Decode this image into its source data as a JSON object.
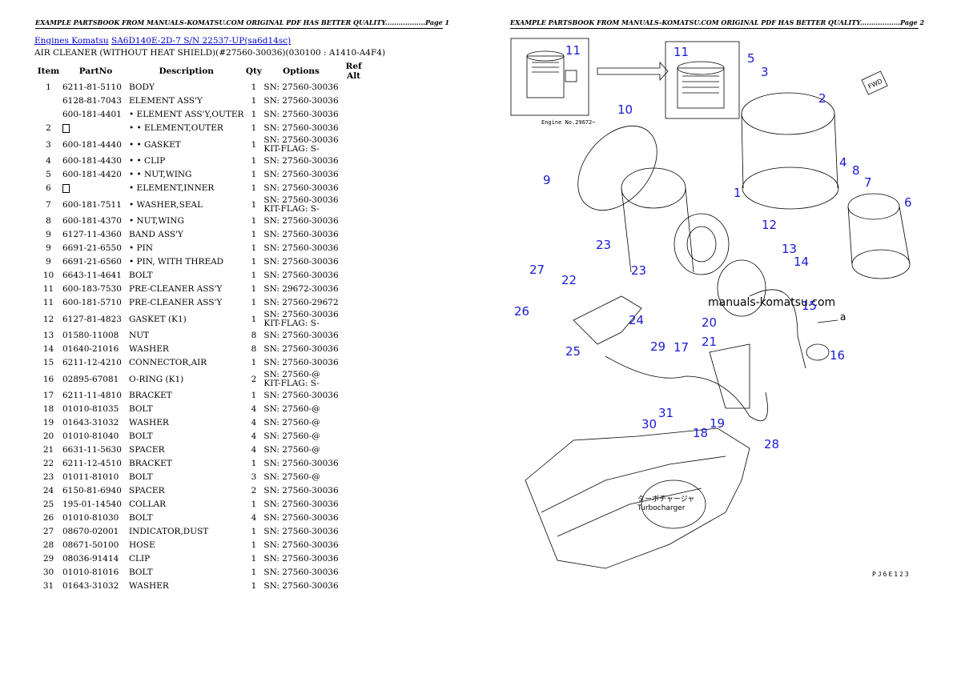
{
  "header_left": "EXAMPLE PARTSBOOK FROM MANUALS-KOMATSU.COM ORIGINAL PDF HAS BETTER QUALITY..................Page 1",
  "header_right": "EXAMPLE PARTSBOOK FROM MANUALS-KOMATSU.COM ORIGINAL PDF HAS BETTER QUALITY..................Page 2",
  "breadcrumb": {
    "link1": "Engines Komatsu",
    "link2": "SA6D140E-2D-7 S/N 22537-UP(sa6d14sc)"
  },
  "subtitle": "AIR CLEANER (WITHOUT HEAT SHIELD)(#27560-30036)(030100 : A1410-A4F4)",
  "columns": [
    "Item",
    "PartNo",
    "Description",
    "Qty",
    "Options",
    "Ref Alt"
  ],
  "rows": [
    {
      "item": "1",
      "pn": "6211-81-5110",
      "desc": "BODY",
      "qty": "1",
      "opt": "SN: 27560-30036",
      "opt2": ""
    },
    {
      "item": "",
      "pn": "6128-81-7043",
      "desc": "ELEMENT ASS'Y",
      "qty": "1",
      "opt": "SN: 27560-30036",
      "opt2": ""
    },
    {
      "item": "",
      "pn": "600-181-4401",
      "desc": "• ELEMENT ASS'Y,OUTER",
      "qty": "1",
      "opt": "SN: 27560-30036",
      "opt2": ""
    },
    {
      "item": "2",
      "pn": "",
      "desc": "• • ELEMENT,OUTER",
      "qty": "1",
      "opt": "SN: 27560-30036",
      "opt2": ""
    },
    {
      "item": "3",
      "pn": "600-181-4440",
      "desc": "• • GASKET",
      "qty": "1",
      "opt": "SN: 27560-30036",
      "opt2": "KIT-FLAG: S-"
    },
    {
      "item": "4",
      "pn": "600-181-4430",
      "desc": "• • CLIP",
      "qty": "1",
      "opt": "SN: 27560-30036",
      "opt2": ""
    },
    {
      "item": "5",
      "pn": "600-181-4420",
      "desc": "• • NUT,WING",
      "qty": "1",
      "opt": "SN: 27560-30036",
      "opt2": ""
    },
    {
      "item": "6",
      "pn": "",
      "desc": "• ELEMENT,INNER",
      "qty": "1",
      "opt": "SN: 27560-30036",
      "opt2": ""
    },
    {
      "item": "7",
      "pn": "600-181-7511",
      "desc": "• WASHER,SEAL",
      "qty": "1",
      "opt": "SN: 27560-30036",
      "opt2": "KIT-FLAG: S-"
    },
    {
      "item": "8",
      "pn": "600-181-4370",
      "desc": "• NUT,WING",
      "qty": "1",
      "opt": "SN: 27560-30036",
      "opt2": ""
    },
    {
      "item": "9",
      "pn": "6127-11-4360",
      "desc": "BAND ASS'Y",
      "qty": "1",
      "opt": "SN: 27560-30036",
      "opt2": ""
    },
    {
      "item": "9",
      "pn": "6691-21-6550",
      "desc": "• PIN",
      "qty": "1",
      "opt": "SN: 27560-30036",
      "opt2": ""
    },
    {
      "item": "9",
      "pn": "6691-21-6560",
      "desc": "• PIN, WITH THREAD",
      "qty": "1",
      "opt": "SN: 27560-30036",
      "opt2": ""
    },
    {
      "item": "10",
      "pn": "6643-11-4641",
      "desc": "BOLT",
      "qty": "1",
      "opt": "SN: 27560-30036",
      "opt2": ""
    },
    {
      "item": "11",
      "pn": "600-183-7530",
      "desc": "PRE-CLEANER ASS'Y",
      "qty": "1",
      "opt": "SN: 29672-30036",
      "opt2": ""
    },
    {
      "item": "11",
      "pn": "600-181-5710",
      "desc": "PRE-CLEANER ASS'Y",
      "qty": "1",
      "opt": "SN: 27560-29672",
      "opt2": ""
    },
    {
      "item": "12",
      "pn": "6127-81-4823",
      "desc": "GASKET (K1)",
      "qty": "1",
      "opt": "SN: 27560-30036",
      "opt2": "KIT-FLAG: S-"
    },
    {
      "item": "13",
      "pn": "01580-11008",
      "desc": "NUT",
      "qty": "8",
      "opt": "SN: 27560-30036",
      "opt2": ""
    },
    {
      "item": "14",
      "pn": "01640-21016",
      "desc": "WASHER",
      "qty": "8",
      "opt": "SN: 27560-30036",
      "opt2": ""
    },
    {
      "item": "15",
      "pn": "6211-12-4210",
      "desc": "CONNECTOR,AIR",
      "qty": "1",
      "opt": "SN: 27560-30036",
      "opt2": ""
    },
    {
      "item": "16",
      "pn": "02895-67081",
      "desc": "O-RING (K1)",
      "qty": "2",
      "opt": "SN: 27560-@",
      "opt2": "KIT-FLAG: S-"
    },
    {
      "item": "17",
      "pn": "6211-11-4810",
      "desc": "BRACKET",
      "qty": "1",
      "opt": "SN: 27560-30036",
      "opt2": ""
    },
    {
      "item": "18",
      "pn": "01010-81035",
      "desc": "BOLT",
      "qty": "4",
      "opt": "SN: 27560-@",
      "opt2": ""
    },
    {
      "item": "19",
      "pn": "01643-31032",
      "desc": "WASHER",
      "qty": "4",
      "opt": "SN: 27560-@",
      "opt2": ""
    },
    {
      "item": "20",
      "pn": "01010-81040",
      "desc": "BOLT",
      "qty": "4",
      "opt": "SN: 27560-@",
      "opt2": ""
    },
    {
      "item": "21",
      "pn": "6631-11-5630",
      "desc": "SPACER",
      "qty": "4",
      "opt": "SN: 27560-@",
      "opt2": ""
    },
    {
      "item": "22",
      "pn": "6211-12-4510",
      "desc": "BRACKET",
      "qty": "1",
      "opt": "SN: 27560-30036",
      "opt2": ""
    },
    {
      "item": "23",
      "pn": "01011-81010",
      "desc": "BOLT",
      "qty": "3",
      "opt": "SN: 27560-@",
      "opt2": ""
    },
    {
      "item": "24",
      "pn": "6150-81-6940",
      "desc": "SPACER",
      "qty": "2",
      "opt": "SN: 27560-30036",
      "opt2": ""
    },
    {
      "item": "25",
      "pn": "195-01-14540",
      "desc": "COLLAR",
      "qty": "1",
      "opt": "SN: 27560-30036",
      "opt2": ""
    },
    {
      "item": "26",
      "pn": "01010-81030",
      "desc": "BOLT",
      "qty": "4",
      "opt": "SN: 27560-30036",
      "opt2": ""
    },
    {
      "item": "27",
      "pn": "08670-02001",
      "desc": "INDICATOR,DUST",
      "qty": "1",
      "opt": "SN: 27560-30036",
      "opt2": ""
    },
    {
      "item": "28",
      "pn": "08671-50100",
      "desc": "HOSE",
      "qty": "1",
      "opt": "SN: 27560-30036",
      "opt2": ""
    },
    {
      "item": "29",
      "pn": "08036-91414",
      "desc": "CLIP",
      "qty": "1",
      "opt": "SN: 27560-30036",
      "opt2": ""
    },
    {
      "item": "30",
      "pn": "01010-81016",
      "desc": "BOLT",
      "qty": "1",
      "opt": "SN: 27560-30036",
      "opt2": ""
    },
    {
      "item": "31",
      "pn": "01643-31032",
      "desc": "WASHER",
      "qty": "1",
      "opt": "SN: 27560-30036",
      "opt2": ""
    }
  ],
  "diagram": {
    "watermark": "manuals-komatsu.com",
    "engine_no": "Engine No.29672~",
    "fwd": "FWD",
    "turbo_jp": "ターボチャージャ",
    "turbo_en": "Turbocharger",
    "arrow_a": "a",
    "figure_code": "PJ6E123",
    "callouts": [
      "11",
      "11",
      "5",
      "3",
      "2",
      "10",
      "9",
      "1",
      "4",
      "8",
      "7",
      "6",
      "12",
      "13",
      "14",
      "15",
      "27",
      "22",
      "23",
      "23",
      "26",
      "24",
      "25",
      "20",
      "21",
      "17",
      "29",
      "16",
      "30",
      "31",
      "18",
      "19",
      "28"
    ]
  }
}
